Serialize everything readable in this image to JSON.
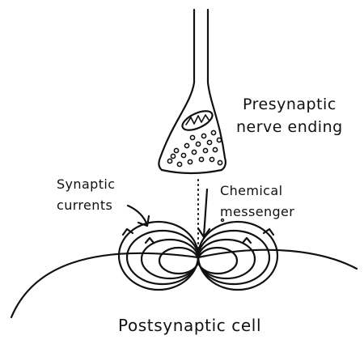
{
  "labels": {
    "presynaptic_line1": "Presynaptic",
    "presynaptic_line2": "nerve ending",
    "synaptic_line1": "Synaptic",
    "synaptic_line2": "currents",
    "chemical_line1": "Chemical",
    "chemical_line2": "messenger",
    "postsynaptic": "Postsynaptic cell"
  },
  "colors": {
    "ink": "#111111",
    "background": "#ffffff"
  }
}
